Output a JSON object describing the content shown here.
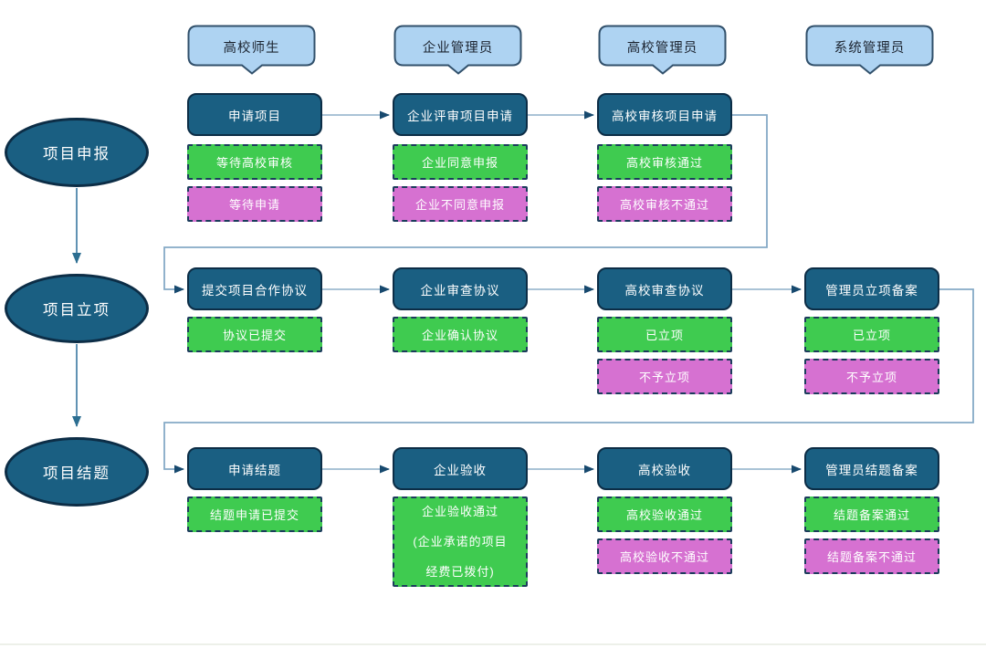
{
  "lanes": [
    "高校师生",
    "企业管理员",
    "高校管理员",
    "系统管理员"
  ],
  "phases": [
    "项目申报",
    "项目立项",
    "项目结题"
  ],
  "steps": {
    "r1c1": "申请项目",
    "r1c2": "企业评审项目申请",
    "r1c3": "高校审核项目申请",
    "r2c1": "提交项目合作协议",
    "r2c2": "企业审查协议",
    "r2c3": "高校审查协议",
    "r2c4": "管理员立项备案",
    "r3c1": "申请结题",
    "r3c2": "企业验收",
    "r3c3": "高校验收",
    "r3c4": "管理员结题备案"
  },
  "statuses": {
    "r1c1_ok": "等待高校审核",
    "r1c1_no": "等待申请",
    "r1c2_ok": "企业同意申报",
    "r1c2_no": "企业不同意申报",
    "r1c3_ok": "高校审核通过",
    "r1c3_no": "高校审核不通过",
    "r2c1_ok": "协议已提交",
    "r2c2_ok": "企业确认协议",
    "r2c3_ok": "已立项",
    "r2c3_no": "不予立项",
    "r2c4_ok": "已立项",
    "r2c4_no": "不予立项",
    "r3c1_ok": "结题申请已提交",
    "r3c2_ok_line1": "企业验收通过",
    "r3c2_ok_line2": "(企业承诺的项目",
    "r3c2_ok_line3": "经费已拨付)",
    "r3c3_ok": "高校验收通过",
    "r3c3_no": "高校验收不通过",
    "r3c4_ok": "结题备案通过",
    "r3c4_no": "结题备案不通过"
  },
  "colors": {
    "step_fill": "#1a5f82",
    "step_border": "#0c2d46",
    "status_pass_fill": "#3fcb50",
    "status_fail_fill": "#d671d1",
    "status_border": "#1c3c5c",
    "lane_fill": "#aed3f2",
    "lane_border": "#31506b",
    "connector_light": "#aac3d6",
    "connector_bent": "#85aac6",
    "connector_oval": "#4e86ab",
    "arrowhead": "#17496e"
  }
}
